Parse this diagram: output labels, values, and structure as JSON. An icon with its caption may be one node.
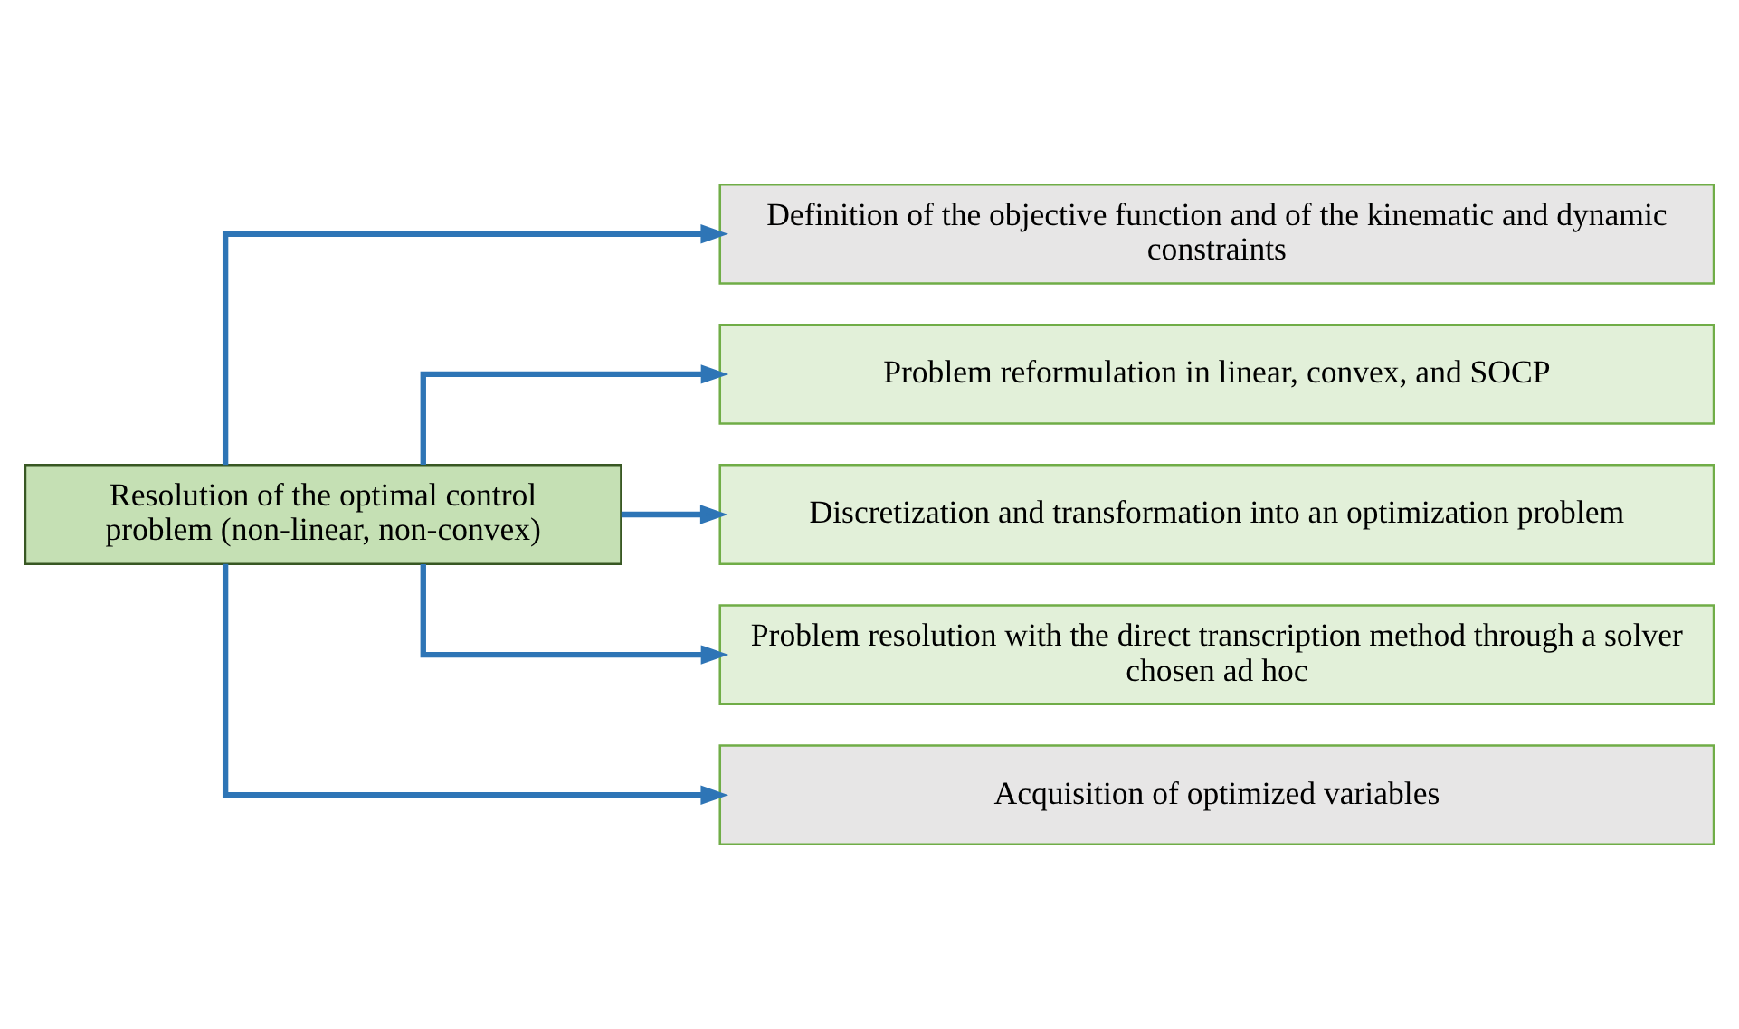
{
  "diagram": {
    "nodes": [
      {
        "text": [
          "Resolution of the optimal control problem (non-linear, non-convex)"
        ]
      },
      {
        "text": [
          "Definition of the objective function and of the kinematic and dynamic constraints"
        ]
      },
      {
        "text": [
          "Problem reformulation in linear, convex, and SOCP"
        ]
      },
      {
        "text": [
          "Discretization and transformation into an optimization problem"
        ]
      },
      {
        "text": [
          "Problem resolution with the direct transcription method through a solver chosen ad hoc"
        ]
      },
      {
        "text": [
          "Acquisition of optimized variables"
        ]
      }
    ],
    "edges": [
      {
        "from": 0,
        "to": 1,
        "arrow": "to"
      },
      {
        "from": 0,
        "to": 2,
        "arrow": "to"
      },
      {
        "from": 0,
        "to": 3,
        "arrow": "to"
      },
      {
        "from": 0,
        "to": 4,
        "arrow": "to"
      },
      {
        "from": 0,
        "to": 5,
        "arrow": "to"
      }
    ]
  }
}
